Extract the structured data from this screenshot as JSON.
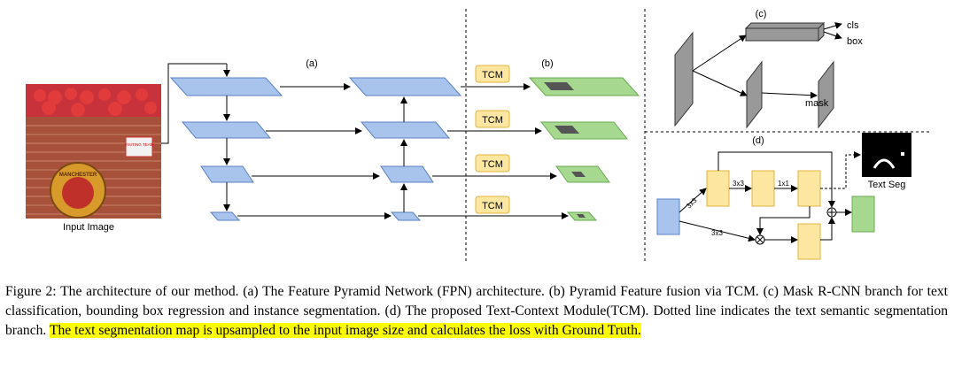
{
  "figure": {
    "labels": {
      "a": "(a)",
      "b": "(b)",
      "c": "(c)",
      "d": "(d)"
    },
    "tcm_label": "TCM",
    "input_image_label": "Input Image",
    "photo_text": {
      "sign": "VISITING TEAM",
      "crest": "MANCHESTER"
    },
    "mask_rcnn": {
      "cls": "cls",
      "box": "box",
      "mask": "mask"
    },
    "tcm_module": {
      "conv3x3_a": "3x3",
      "conv3x3_b": "3x3",
      "conv1x1": "1x1",
      "conv3x3_c": "3x3",
      "text_seg": "Text Seg"
    },
    "colors": {
      "pyramid_blue": "#a9c4ec",
      "feature_green": "#a6d88f",
      "tcm_yellow": "#fde7a0",
      "conv_gray": "#999999"
    }
  },
  "caption": {
    "prefix": "Figure 2: The architecture of our method. (a) The Feature Pyramid Network (FPN) architecture. (b) Pyramid Feature fusion via TCM. (c) Mask R-CNN branch for text classification, bounding box regression and instance segmentation. (d) The proposed Text-Context Module(TCM). Dotted line indicates the text semantic segmentation branch.",
    "highlight": "The text segmentation map is upsampled to the input image size and calculates the loss with Ground Truth."
  }
}
